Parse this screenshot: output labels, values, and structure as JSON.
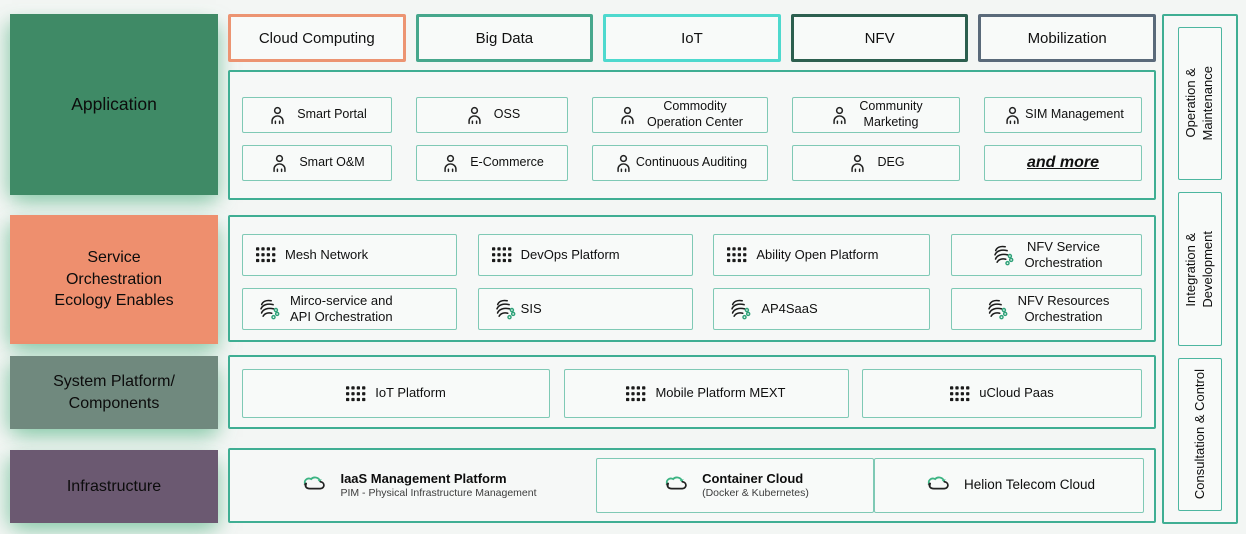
{
  "left_layers": [
    {
      "label": "Application",
      "bg": "#3F8A66"
    },
    {
      "label": "Service\nOrchestration\nEcology Enables",
      "bg": "#EE8F6E"
    },
    {
      "label": "System Platform/\nComponents",
      "bg": "#70897E"
    },
    {
      "label": "Infrastructure",
      "bg": "#6B5971"
    }
  ],
  "tabs": [
    {
      "label": "Cloud Computing",
      "border": "#EC9472"
    },
    {
      "label": "Big Data",
      "border": "#46A78C"
    },
    {
      "label": "IoT",
      "border": "#4ED9CE"
    },
    {
      "label": "NFV",
      "border": "#2C5F4F"
    },
    {
      "label": "Mobilization",
      "border": "#5A6A7A"
    }
  ],
  "application_items": {
    "row1": [
      {
        "icon": "person-icon",
        "label": "Smart Portal"
      },
      {
        "icon": "person-icon",
        "label": "OSS"
      },
      {
        "icon": "person-icon",
        "label": "Commodity\nOperation Center"
      },
      {
        "icon": "person-icon",
        "label": "Community\nMarketing"
      },
      {
        "icon": "person-icon",
        "label": "SIM Management"
      }
    ],
    "row2": [
      {
        "icon": "person-icon",
        "label": "Smart O&M"
      },
      {
        "icon": "person-icon",
        "label": "E-Commerce"
      },
      {
        "icon": "person-icon",
        "label": "Continuous Auditing"
      },
      {
        "icon": "person-icon",
        "label": "DEG"
      },
      {
        "icon": "none",
        "label": "and more"
      }
    ]
  },
  "service_items": {
    "row1": [
      {
        "icon": "app-grid-icon",
        "label": "Mesh Network"
      },
      {
        "icon": "app-grid-icon",
        "label": "DevOps Platform"
      },
      {
        "icon": "app-grid-icon",
        "label": "Ability Open Platform"
      },
      {
        "icon": "orchestration-wave-icon",
        "label": "NFV Service\nOrchestration"
      }
    ],
    "row2": [
      {
        "icon": "orchestration-wave-icon",
        "label": "Mirco-service and\nAPI Orchestration"
      },
      {
        "icon": "orchestration-wave-icon",
        "label": "SIS"
      },
      {
        "icon": "orchestration-wave-icon",
        "label": "AP4SaaS"
      },
      {
        "icon": "orchestration-wave-icon",
        "label": "NFV Resources\nOrchestration"
      }
    ]
  },
  "system_items": [
    {
      "icon": "app-grid-icon",
      "label": "IoT Platform"
    },
    {
      "icon": "app-grid-icon",
      "label": "Mobile Platform MEXT"
    },
    {
      "icon": "app-grid-icon",
      "label": "uCloud Paas"
    }
  ],
  "infrastructure_items": [
    {
      "icon": "cloud-sync-icon",
      "title": "IaaS Management Platform",
      "subtitle": "PIM - Physical Infrastructure Management"
    },
    {
      "icon": "cloud-sync-icon",
      "title": "Container Cloud",
      "subtitle": "(Docker & Kubernetes)"
    },
    {
      "icon": "cloud-sync-icon",
      "title": "Helion Telecom Cloud",
      "subtitle": ""
    }
  ],
  "right_rail": [
    {
      "label": "Operation &\nMaintenance"
    },
    {
      "label": "Integration &\nDevelopment"
    },
    {
      "label": "Consultation & Control"
    }
  ]
}
